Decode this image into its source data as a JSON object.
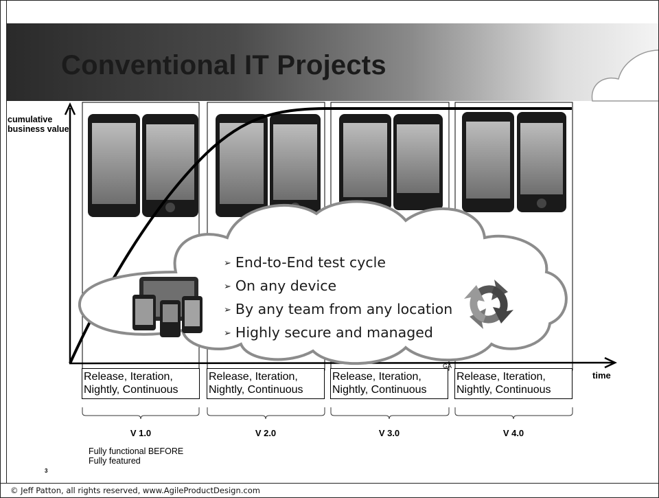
{
  "slide": {
    "title": "Conventional IT Projects",
    "page_number": "3",
    "footer": "© Jeff Patton, all rights reserved, www.AgileProductDesign.com"
  },
  "axes": {
    "y_label": "cumulative business value",
    "x_label": "time",
    "ga_marker": "GA"
  },
  "releases": [
    {
      "version": "V 1.0",
      "cadence_line1": "Release, Iteration,",
      "cadence_line2": "Nightly, Continuous"
    },
    {
      "version": "V 2.0",
      "cadence_line1": "Release, Iteration,",
      "cadence_line2": "Nightly, Continuous"
    },
    {
      "version": "V 3.0",
      "cadence_line1": "Release, Iteration,",
      "cadence_line2": "Nightly, Continuous"
    },
    {
      "version": "V 4.0",
      "cadence_line1": "Release, Iteration,",
      "cadence_line2": "Nightly, Continuous"
    }
  ],
  "note": "Fully functional BEFORE Fully featured",
  "cloud_callout": {
    "bullet_marker": "➢",
    "bullets": [
      "End-to-End test cycle",
      "On any device",
      "By any team from any location",
      "Highly secure and managed"
    ]
  },
  "icons": [
    "phone-screenshot-icon",
    "tablet-devices-icon",
    "refresh-cycle-icon",
    "cloud-icon",
    "arrow-up-icon",
    "arrow-right-icon"
  ]
}
